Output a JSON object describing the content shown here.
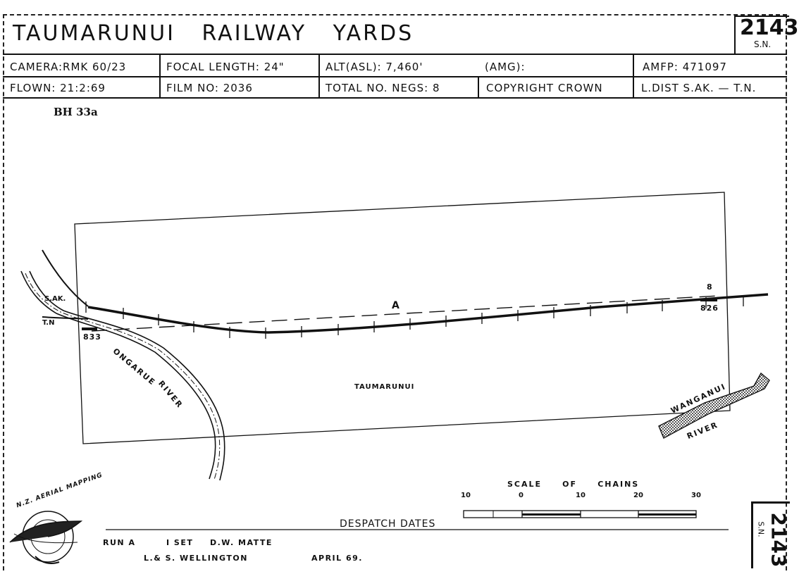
{
  "header": {
    "title": "TAUMARUNUI   RAILWAY   YARDS",
    "sheet_number": "2143",
    "sheet_suffix": "S.N.",
    "row1": {
      "camera": "CAMERA:RMK 60/23",
      "focal_length": "FOCAL LENGTH: 24\"",
      "altitude": "ALT(ASL): 7,460'",
      "amg": "(AMG):",
      "amfp": "AMFP: 471097"
    },
    "row2": {
      "flown": "FLOWN: 21:2:69",
      "film_no": "FILM NO: 2036",
      "total_negs": "TOTAL NO. NEGS: 8",
      "copyright": "COPYRIGHT   CROWN",
      "l_dist": "L.DIST S.AK. — T.N."
    }
  },
  "reference": "BH 33a",
  "map": {
    "run_label": "A",
    "frame_start": "833",
    "frame_end": "826",
    "frame_end_top": "8",
    "place_label": "TAUMARUNUI",
    "rail_label_top": "S.AK.",
    "rail_label_bottom": "T.N",
    "river1_name": "ONGARUE",
    "river1_word": "RIVER",
    "river2_name": "WANGANUI",
    "river2_word": "RIVER"
  },
  "scale": {
    "title": "SCALE     OF     CHAINS",
    "ticks": [
      "10",
      "0",
      "10",
      "20",
      "30"
    ]
  },
  "despatch": {
    "title": "DESPATCH  DATES",
    "run": "RUN  A",
    "set": "I SET",
    "person": "D.W. MATTE",
    "office": "L.& S.  WELLINGTON",
    "date": "APRIL 69."
  },
  "logo": {
    "text": "N.Z. AERIAL MAPPING"
  },
  "stamp": {
    "sheet_number": "2143",
    "suffix": "S.N."
  }
}
